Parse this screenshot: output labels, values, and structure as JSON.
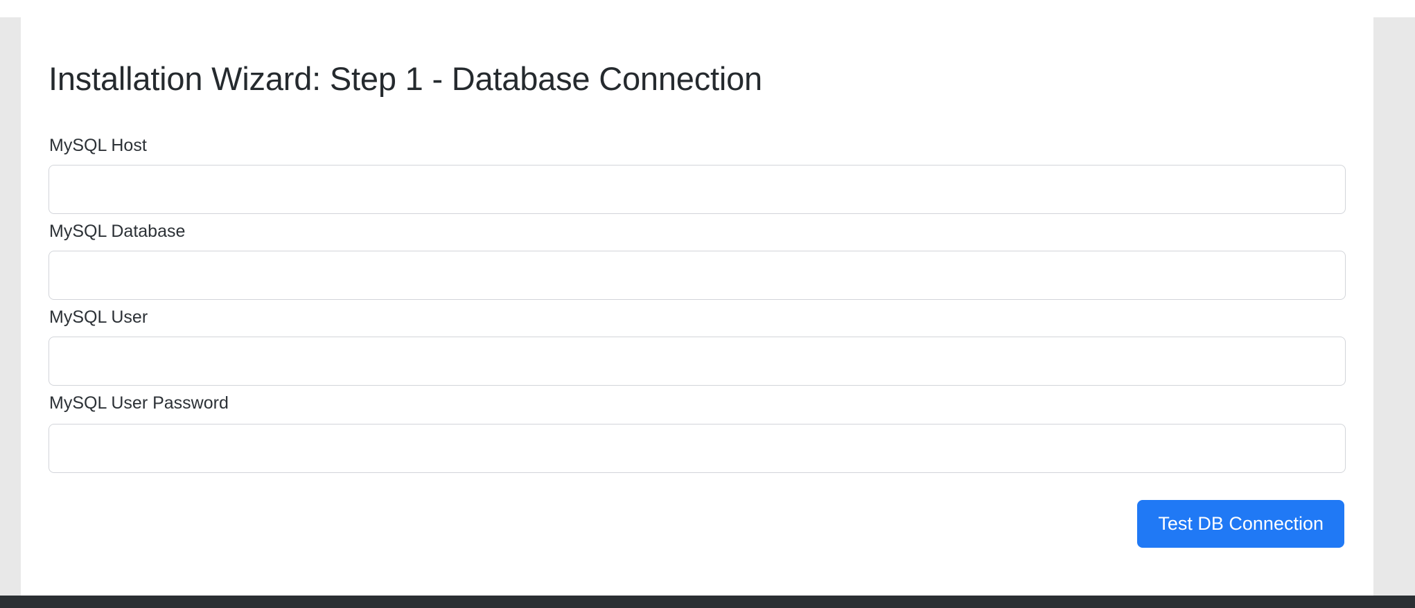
{
  "page": {
    "title": "Installation Wizard: Step 1 - Database Connection"
  },
  "theme": {
    "primary_color": "#2079f5",
    "page_background": "#e8e8e8",
    "card_background": "#ffffff",
    "footer_color": "#2b2f33",
    "text_color": "#2c3136",
    "input_border_color": "#d2d4d9"
  },
  "form": {
    "fields": [
      {
        "label": "MySQL Host",
        "value": "",
        "placeholder": "",
        "type": "text",
        "name": "mysql-host"
      },
      {
        "label": "MySQL Database",
        "value": "",
        "placeholder": "",
        "type": "text",
        "name": "mysql-database"
      },
      {
        "label": "MySQL User",
        "value": "",
        "placeholder": "",
        "type": "text",
        "name": "mysql-user"
      },
      {
        "label": "MySQL User Password",
        "value": "",
        "placeholder": "",
        "type": "password",
        "name": "mysql-user-password"
      }
    ],
    "submit_label": "Test DB Connection"
  }
}
